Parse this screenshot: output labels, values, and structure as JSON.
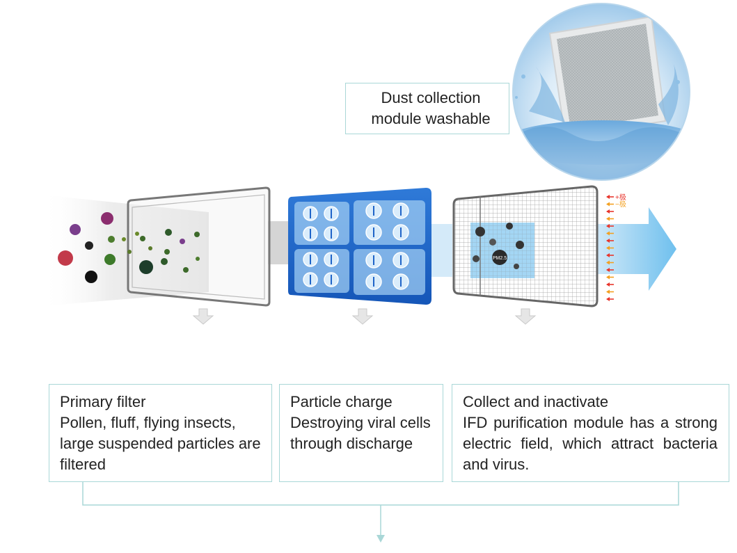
{
  "callout": {
    "lines": [
      "Dust collection",
      "module washable"
    ]
  },
  "stages": [
    {
      "title": "Primary filter",
      "desc": "Pollen, fluff, flying insects, large suspended particles are filtered"
    },
    {
      "title": "Particle charge",
      "desc": "Destroying viral cells through discharge"
    },
    {
      "title": "Collect and inactivate",
      "desc": "IFD purification module has a strong electric field, which attract bacteria and virus."
    }
  ],
  "pole_labels": {
    "positive": "+极",
    "negative": "−极"
  },
  "particle_label": "PM2.5",
  "colors": {
    "box_border": "#a9d7d7",
    "charge_blue": "#1f64c8",
    "flow_blue": "#7ec6ef",
    "arrow_red": "#e8342b",
    "arrow_orange": "#f3a020"
  }
}
